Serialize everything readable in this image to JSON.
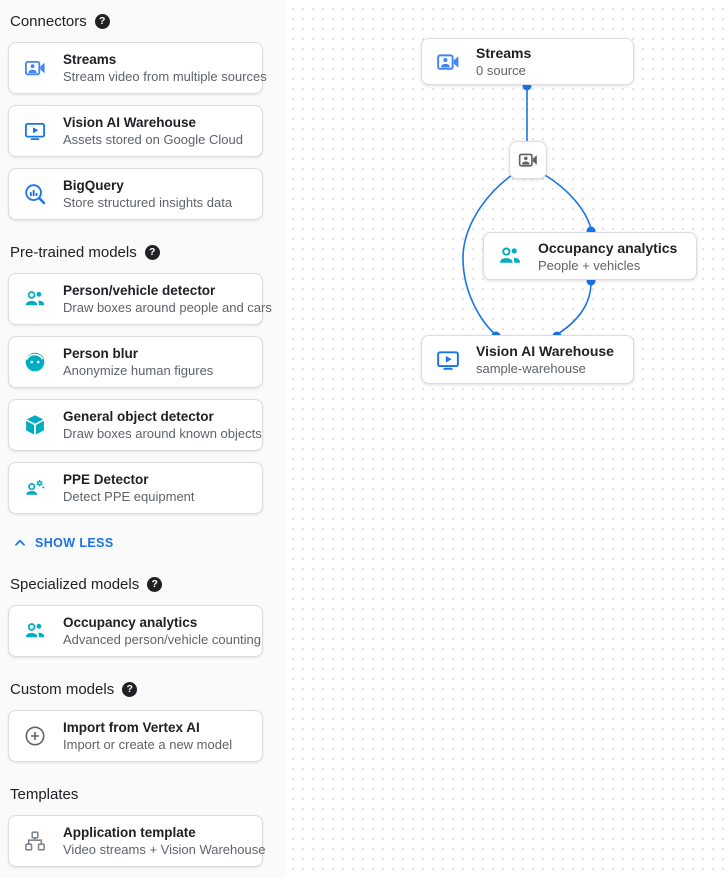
{
  "colors": {
    "link_blue": "#1a73e8",
    "edge_blue": "#1a73e8",
    "icon_blue": "#4285f4",
    "icon_teal": "#00acc1",
    "icon_gray": "#5f6368",
    "title_text": "#202124",
    "subtitle_text": "#5f6368",
    "card_border": "#dadce0",
    "sidebar_bg": "#fafafa",
    "grid_dot": "#e3e3e3"
  },
  "icons": {
    "help_glyph": "?"
  },
  "sidebar": {
    "sections": [
      {
        "label": "Connectors",
        "items": [
          {
            "icon": "video-camera-icon",
            "title": "Streams",
            "subtitle": "Stream video from multiple sources"
          },
          {
            "icon": "smart-display-icon",
            "title": "Vision AI Warehouse",
            "subtitle": "Assets stored on Google Cloud"
          },
          {
            "icon": "bigquery-icon",
            "title": "BigQuery",
            "subtitle": "Store structured insights data"
          }
        ]
      },
      {
        "label": "Pre-trained models",
        "items": [
          {
            "icon": "groups-icon",
            "title": "Person/vehicle detector",
            "subtitle": "Draw boxes around people and cars"
          },
          {
            "icon": "face-icon",
            "title": "Person blur",
            "subtitle": "Anonymize human figures"
          },
          {
            "icon": "cube-icon",
            "title": "General object detector",
            "subtitle": "Draw boxes around known objects"
          },
          {
            "icon": "engineering-icon",
            "title": "PPE Detector",
            "subtitle": "Detect PPE equipment"
          }
        ]
      },
      {
        "label": "Specialized models",
        "items": [
          {
            "icon": "groups-icon",
            "title": "Occupancy analytics",
            "subtitle": "Advanced person/vehicle counting"
          }
        ]
      },
      {
        "label": "Custom models",
        "items": [
          {
            "icon": "plus-circle-icon",
            "title": "Import from Vertex AI",
            "subtitle": "Import or create a new model"
          }
        ]
      },
      {
        "label": "Templates",
        "items": [
          {
            "icon": "tree-icon",
            "title": "Application template",
            "subtitle": "Video streams + Vision Warehouse"
          }
        ]
      }
    ],
    "show_less_label": "SHOW LESS"
  },
  "canvas": {
    "nodes": {
      "streams": {
        "title": "Streams",
        "subtitle": "0 source"
      },
      "occupancy": {
        "title": "Occupancy analytics",
        "subtitle": "People + vehicles"
      },
      "warehouse": {
        "title": "Vision AI Warehouse",
        "subtitle": "sample-warehouse"
      }
    }
  }
}
